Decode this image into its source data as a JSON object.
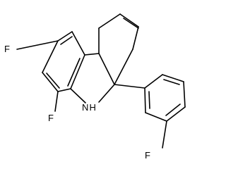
{
  "molecule": {
    "atom_labels": {
      "f_top": "F",
      "f_bottom": "F",
      "nh": "N H",
      "f_phenyl": "F"
    },
    "colors": {
      "bond": "#000000",
      "text": "#000000",
      "background": "#ffffff"
    }
  }
}
